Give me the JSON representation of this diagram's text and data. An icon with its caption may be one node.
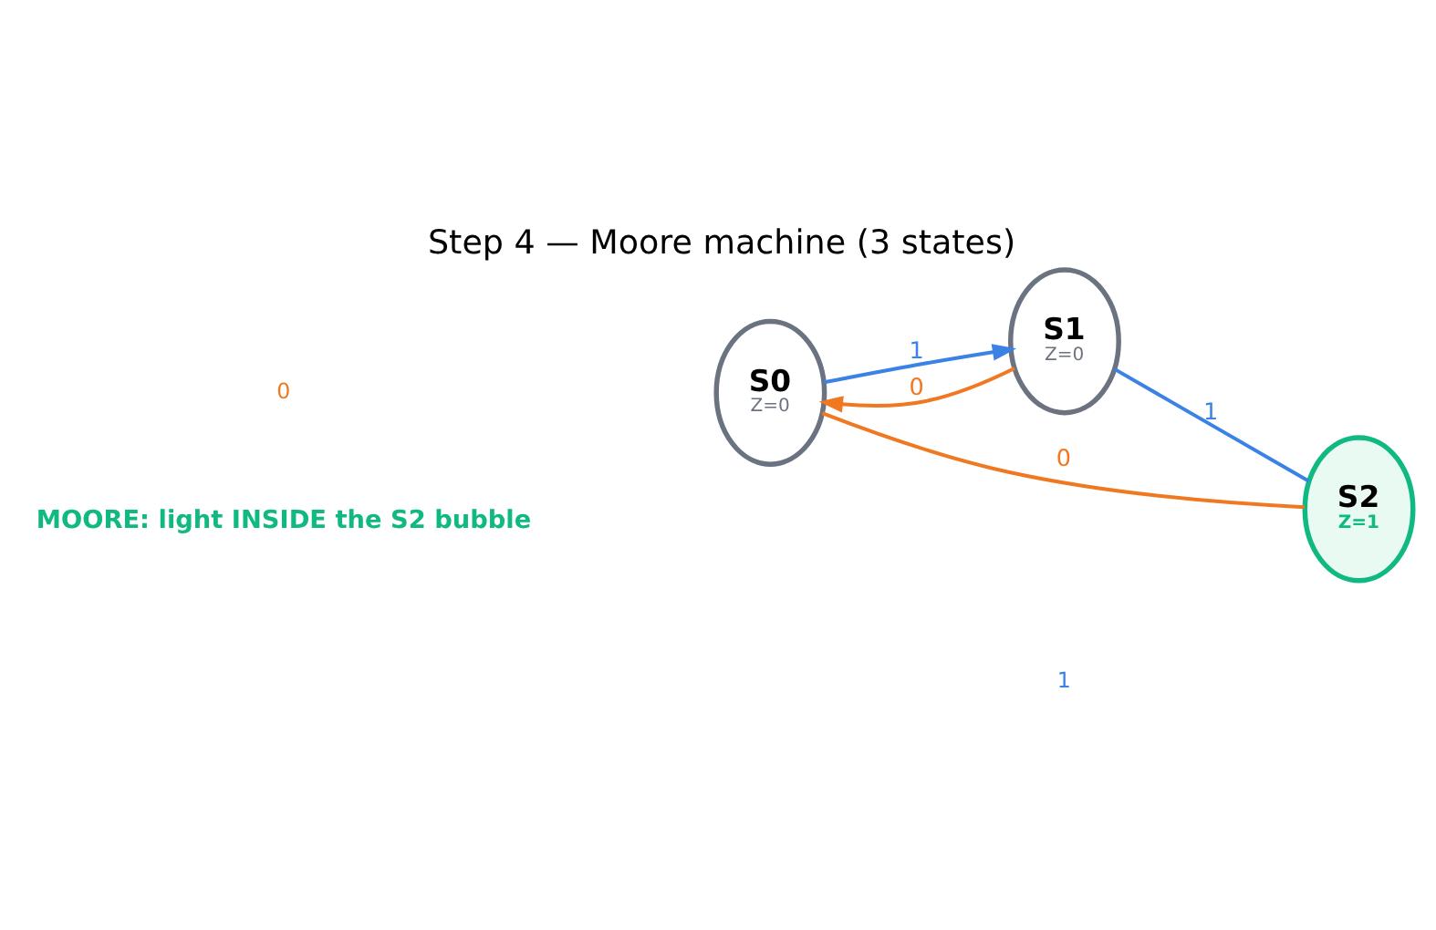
{
  "diagram": {
    "title": "Step 4 — Moore machine (3 states)",
    "nodes": [
      {
        "text": [
          "S0",
          "Z=0"
        ]
      },
      {
        "text": [
          "S1",
          "Z=0"
        ]
      },
      {
        "text": [
          "S2",
          "Z=1"
        ]
      }
    ],
    "edges": [
      {
        "from": 1,
        "to": 0,
        "arrow": "to",
        "label": "0",
        "color": "#f07820"
      },
      {
        "from": 0,
        "to": 1,
        "arrow": "to",
        "label": "1",
        "color": "#3b82e6"
      },
      {
        "from": 1,
        "to": 2,
        "arrow": "none",
        "label": "1",
        "color": "#3b82e6"
      },
      {
        "from": 2,
        "to": 0,
        "arrow": "none",
        "label": "0",
        "color": "#f07820"
      }
    ],
    "labels": [
      "MOORE: light INSIDE the S2 bubble",
      "0",
      "1"
    ]
  }
}
